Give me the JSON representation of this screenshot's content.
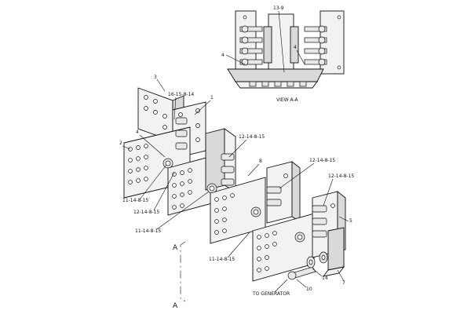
{
  "labels": {
    "view_title": "VIEW  A-A",
    "view_13_9": "13-9",
    "view_4_left": "4",
    "view_4_right": "4",
    "p3": "3",
    "p16_15_8_14": "16-15-8-14",
    "p1": "1",
    "p4": "4",
    "p2": "2",
    "p12_14_8_15_a": "12-14-8-15",
    "p8": "8",
    "p12_14_8_15_b": "12-14-8-15",
    "p12_14_8_15_c": "12-14-8-15",
    "p11_14_8_15_a": "11-14-8-15",
    "p12_14_8_15_d": "12-14-8-15",
    "p11_14_8_15_b": "11-14-8-15",
    "p5": "5",
    "p11_14_8_15_c": "11-14-8-15",
    "p14": "14",
    "p7": "7",
    "p10": "10",
    "to_generator": "TO GENERATOR",
    "section_a_top": "A",
    "section_a_bottom": "A"
  }
}
